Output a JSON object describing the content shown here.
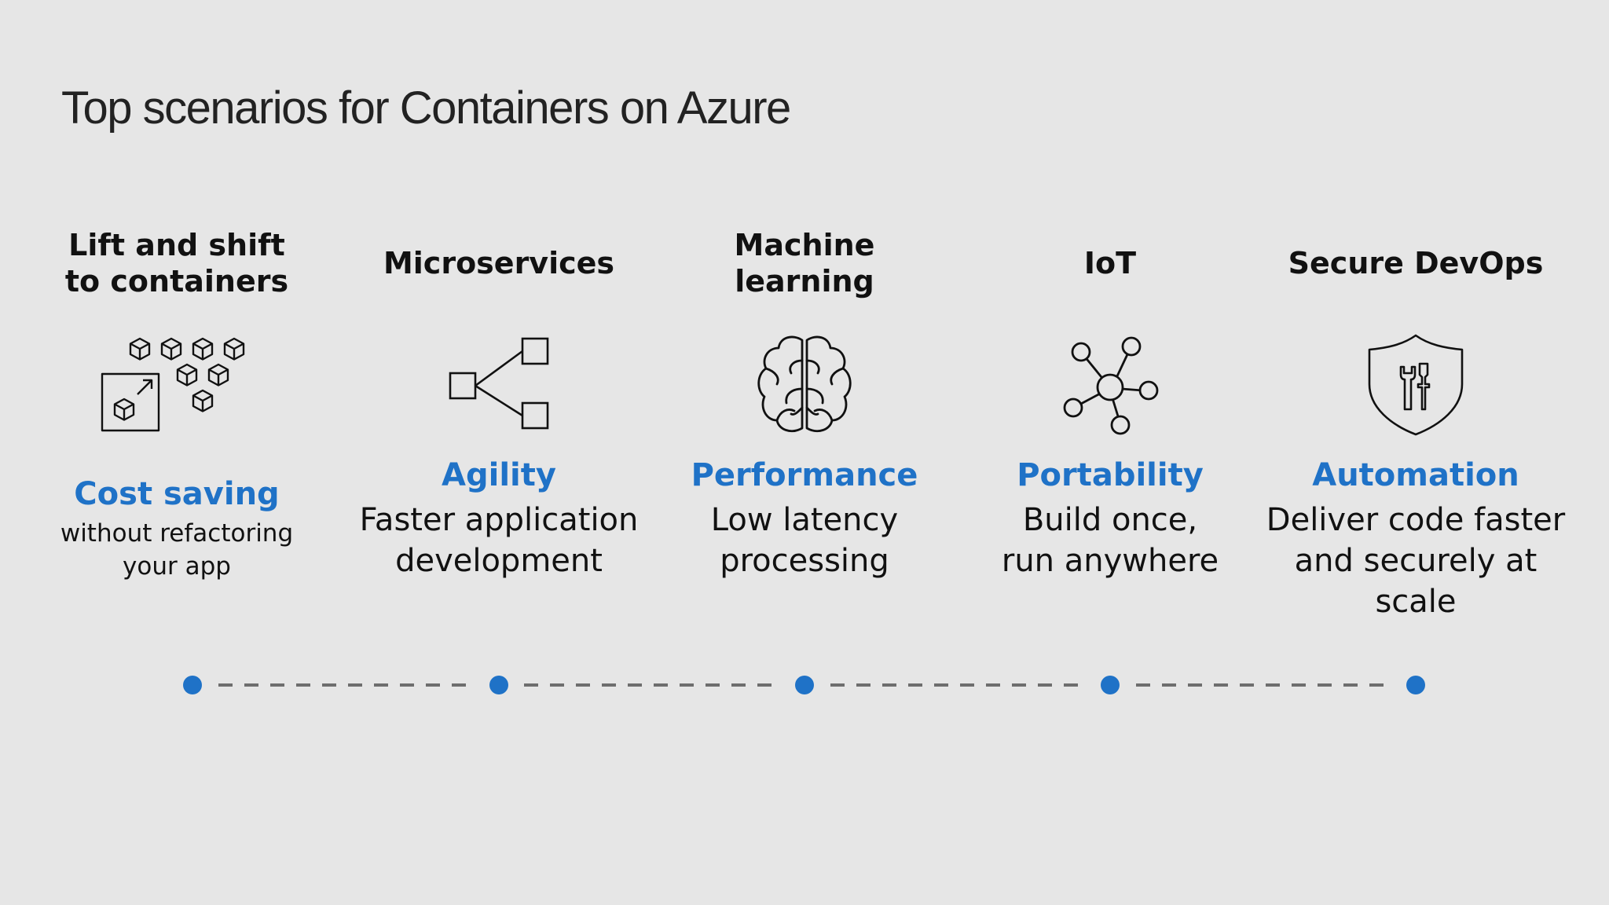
{
  "title": "Top scenarios for Containers on Azure",
  "accent_color": "#1f72c7",
  "scenarios": [
    {
      "heading": "Lift and shift\nto containers",
      "icon": "containers-boxes-icon",
      "benefit": "Cost saving",
      "detail": "without refactoring\nyour app"
    },
    {
      "heading": "Microservices",
      "icon": "microservices-nodes-icon",
      "benefit": "Agility",
      "detail": "Faster application\ndevelopment"
    },
    {
      "heading": "Machine\nlearning",
      "icon": "brain-icon",
      "benefit": "Performance",
      "detail": "Low latency\nprocessing"
    },
    {
      "heading": "IoT",
      "icon": "iot-network-icon",
      "benefit": "Portability",
      "detail": "Build once,\nrun anywhere"
    },
    {
      "heading": "Secure DevOps",
      "icon": "shield-tools-icon",
      "benefit": "Automation",
      "detail": "Deliver code faster\nand securely at scale"
    }
  ]
}
